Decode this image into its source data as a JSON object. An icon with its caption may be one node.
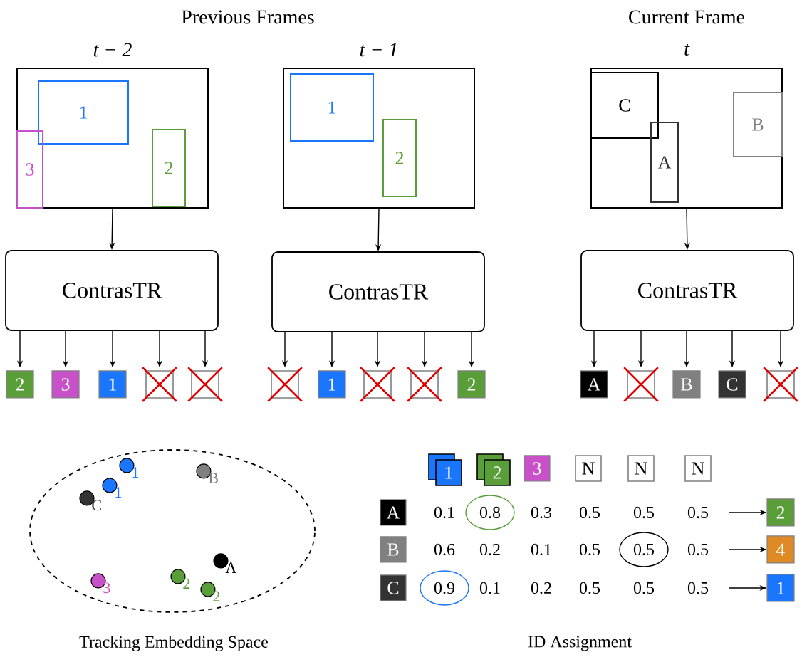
{
  "diagram": {
    "nodes": [
      {
        "text": [
          "t − 2"
        ]
      },
      {
        "text": [
          "1"
        ],
        "in": 0
      },
      {
        "text": [
          "3"
        ],
        "in": 0
      },
      {
        "text": [
          "2"
        ],
        "in": 0
      },
      {
        "text": [
          "t − 1"
        ]
      },
      {
        "text": [
          "1"
        ],
        "in": 4
      },
      {
        "text": [
          "2"
        ],
        "in": 4
      },
      {
        "text": [
          "t"
        ]
      },
      {
        "text": [
          "C"
        ],
        "in": 7
      },
      {
        "text": [
          "A"
        ],
        "in": 7
      },
      {
        "text": [
          "B"
        ],
        "in": 7
      },
      {
        "text": [
          "ContrasTR"
        ]
      },
      {
        "text": [
          "ContrasTR"
        ]
      },
      {
        "text": [
          "ContrasTR"
        ]
      },
      {
        "text": [
          "2"
        ]
      },
      {
        "text": [
          "3"
        ]
      },
      {
        "text": [
          "1"
        ]
      },
      {
        "text": [],
        "shape": "box"
      },
      {
        "text": [],
        "shape": "box"
      },
      {
        "text": [],
        "shape": "box"
      },
      {
        "text": [
          "1"
        ]
      },
      {
        "text": [],
        "shape": "box"
      },
      {
        "text": [],
        "shape": "box"
      },
      {
        "text": [
          "2"
        ]
      },
      {
        "text": [
          "A"
        ]
      },
      {
        "text": [],
        "shape": "box"
      },
      {
        "text": [
          "B"
        ]
      },
      {
        "text": [
          "C"
        ]
      },
      {
        "text": [],
        "shape": "box"
      },
      {
        "text": [
          "1"
        ]
      },
      {
        "text": [
          "2"
        ]
      },
      {
        "text": [
          "3"
        ]
      },
      {
        "text": [
          "N"
        ]
      },
      {
        "text": [
          "N"
        ]
      },
      {
        "text": [
          "N"
        ]
      },
      {
        "text": [
          "A"
        ]
      },
      {
        "text": [
          "B"
        ]
      },
      {
        "text": [
          "C"
        ]
      },
      {
        "text": [
          "2"
        ]
      },
      {
        "text": [
          "4"
        ]
      },
      {
        "text": [
          "1"
        ]
      }
    ],
    "edges": [
      {
        "from": 0,
        "to": 11,
        "arrow": "to"
      },
      {
        "from": 4,
        "to": 12,
        "arrow": "to"
      },
      {
        "from": 7,
        "to": 13,
        "arrow": "to"
      },
      {
        "from": 11,
        "to": 14,
        "arrow": "to"
      },
      {
        "from": 11,
        "to": 15,
        "arrow": "to"
      },
      {
        "from": 11,
        "to": 16,
        "arrow": "to"
      },
      {
        "from": 11,
        "to": 17,
        "arrow": "to"
      },
      {
        "from": 11,
        "to": 18,
        "arrow": "to"
      },
      {
        "from": 12,
        "to": 19,
        "arrow": "to"
      },
      {
        "from": 12,
        "to": 20,
        "arrow": "to"
      },
      {
        "from": 12,
        "to": 21,
        "arrow": "to"
      },
      {
        "from": 12,
        "to": 22,
        "arrow": "to"
      },
      {
        "from": 12,
        "to": 23,
        "arrow": "to"
      },
      {
        "from": 13,
        "to": 24,
        "arrow": "to"
      },
      {
        "from": 13,
        "to": 25,
        "arrow": "to"
      },
      {
        "from": 13,
        "to": 26,
        "arrow": "to"
      },
      {
        "from": 13,
        "to": 27,
        "arrow": "to"
      },
      {
        "from": 13,
        "to": 28,
        "arrow": "to"
      },
      {
        "from": null,
        "to": 38,
        "arrow": "to"
      },
      {
        "from": null,
        "to": 39,
        "arrow": "to"
      },
      {
        "from": null,
        "to": 40,
        "arrow": "to"
      }
    ],
    "labels": [
      "Previous Frames",
      "Current Frame",
      "1",
      "1",
      "C",
      "B",
      "A",
      "2",
      "2",
      "3",
      "0.1",
      "0.8",
      "0.3",
      "0.5",
      "0.5",
      "0.5",
      "0.6",
      "0.2",
      "0.1",
      "0.5",
      "0.5",
      "0.5",
      "0.9",
      "0.1",
      "0.2",
      "0.5",
      "0.5",
      "0.5",
      "Tracking Embedding Space",
      "ID Assignment"
    ]
  }
}
